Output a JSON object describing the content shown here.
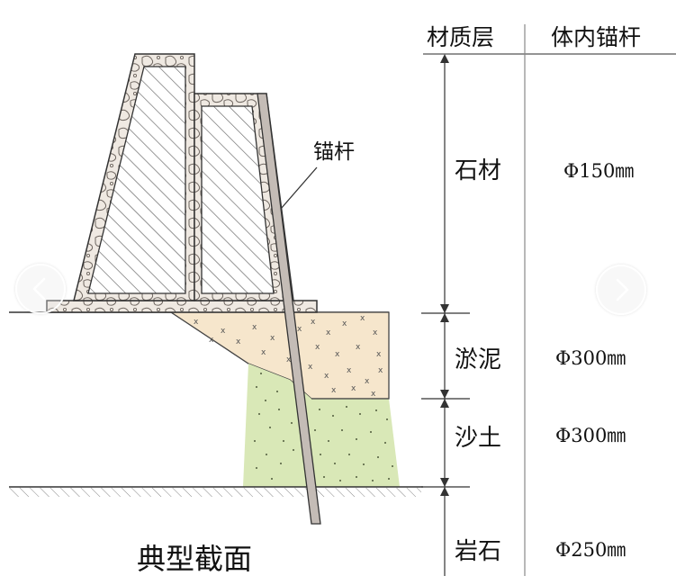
{
  "table": {
    "header_material": "材质层",
    "header_anchor": "体内锚杆",
    "rows": [
      {
        "material": "石材",
        "anchor": "Φ150㎜"
      },
      {
        "material": "淤泥",
        "anchor": "Φ300㎜"
      },
      {
        "material": "沙土",
        "anchor": "Φ300㎜"
      },
      {
        "material": "岩石",
        "anchor": "Φ250㎜"
      }
    ]
  },
  "labels": {
    "anchor_rod": "锚杆",
    "caption": "典型截面"
  },
  "colors": {
    "stone_fill": "#efe9e2",
    "silt_fill": "#f6e6cc",
    "sand_fill": "#d9e8b7",
    "rod_fill": "#c4bcb6",
    "outline": "#3a3a3a"
  },
  "nav": {
    "prev_icon": "chevron-left-icon",
    "next_icon": "chevron-right-icon"
  }
}
